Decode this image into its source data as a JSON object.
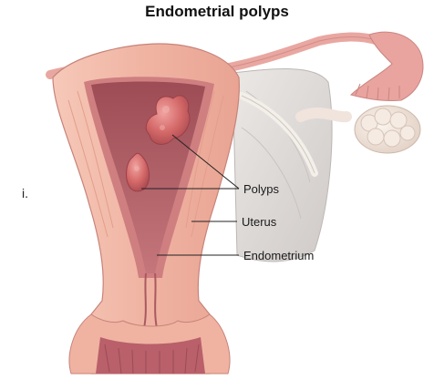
{
  "title": "Endometrial polyps",
  "marker": "i.",
  "labels": {
    "polyps": "Polyps",
    "uterus": "Uterus",
    "endometrium": "Endometrium"
  },
  "colors": {
    "muscle": "#f1b7a5",
    "muscle_dark": "#d9917f",
    "cavity": "#a8555e",
    "endometrium": "#c86f73",
    "polyp": "#d66a6c",
    "ligament": "#dcd8d6",
    "ovary": "#f3e8df",
    "tube": "#e7a6a0",
    "leader": "#222222"
  },
  "icons": {
    "uterus": "uterus-illustration",
    "ovary": "ovary-illustration",
    "tube": "fallopian-tube-illustration",
    "polyp": "polyp-illustration"
  }
}
